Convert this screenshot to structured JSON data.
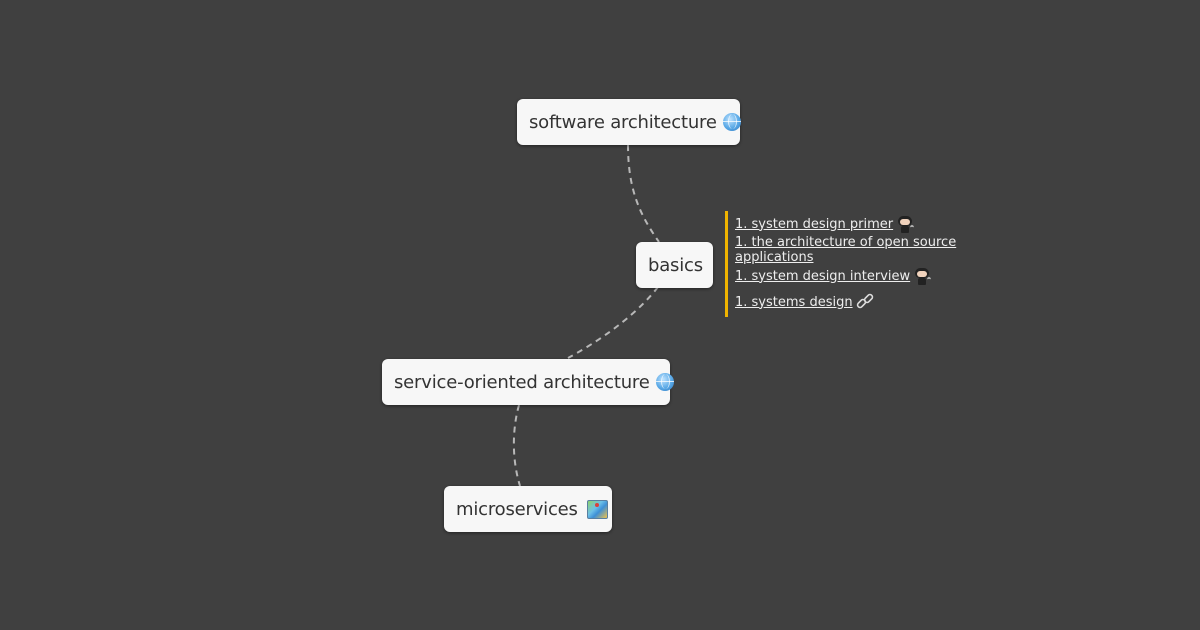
{
  "nodes": {
    "software_architecture": {
      "label": "software architecture",
      "icon": "globe-icon"
    },
    "basics": {
      "label": "basics"
    },
    "service_oriented_architecture": {
      "label": "service-oriented architecture",
      "icon": "globe-icon"
    },
    "microservices": {
      "label": "microservices",
      "icon": "map-icon"
    }
  },
  "links": [
    {
      "text": "1. system design primer",
      "icon": "github-octocat-icon"
    },
    {
      "text": "1. the architecture of open source applications",
      "icon": ""
    },
    {
      "text": "1. system design interview",
      "icon": "github-octocat-icon"
    },
    {
      "text": "1. systems design",
      "icon": "link-icon"
    }
  ],
  "colors": {
    "background": "#404040",
    "node_fill": "#f7f7f7",
    "node_text": "#333333",
    "connector": "#b8b8b8",
    "links_accent": "#f0b400",
    "link_text": "#eeeeee"
  }
}
